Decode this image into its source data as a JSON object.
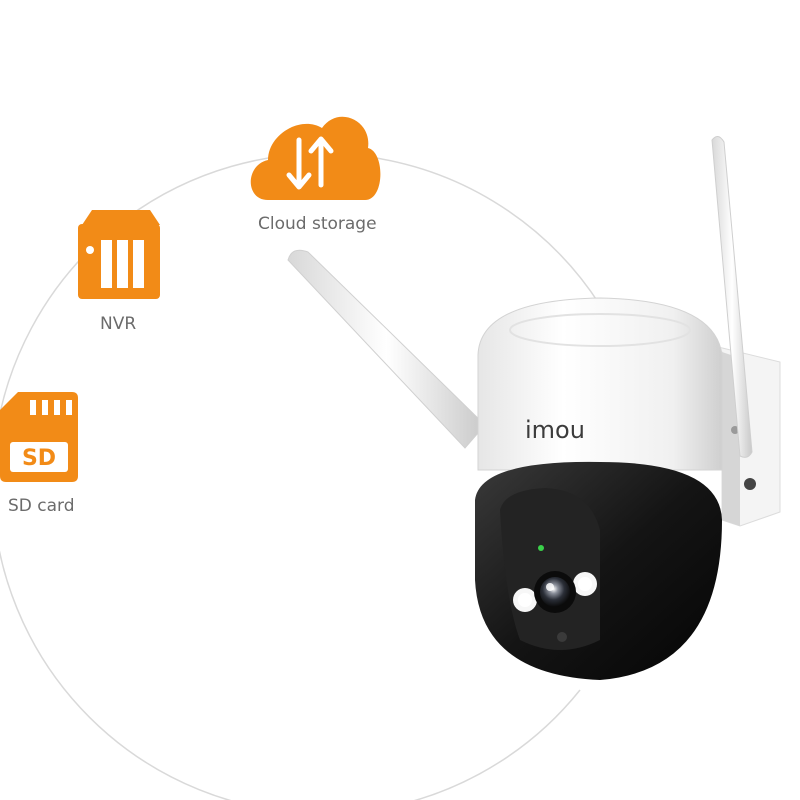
{
  "storage_options": {
    "cloud": {
      "label": "Cloud storage",
      "icon": "cloud-upload-download-icon"
    },
    "nvr": {
      "label": "NVR",
      "icon": "nvr-recorder-icon"
    },
    "sd": {
      "label": "SD card",
      "icon": "sd-card-icon",
      "badge": "SD"
    }
  },
  "camera": {
    "brand": "imou"
  },
  "colors": {
    "accent": "#F28B17",
    "arc": "#d9d9d9",
    "label": "#6b6b6b"
  }
}
